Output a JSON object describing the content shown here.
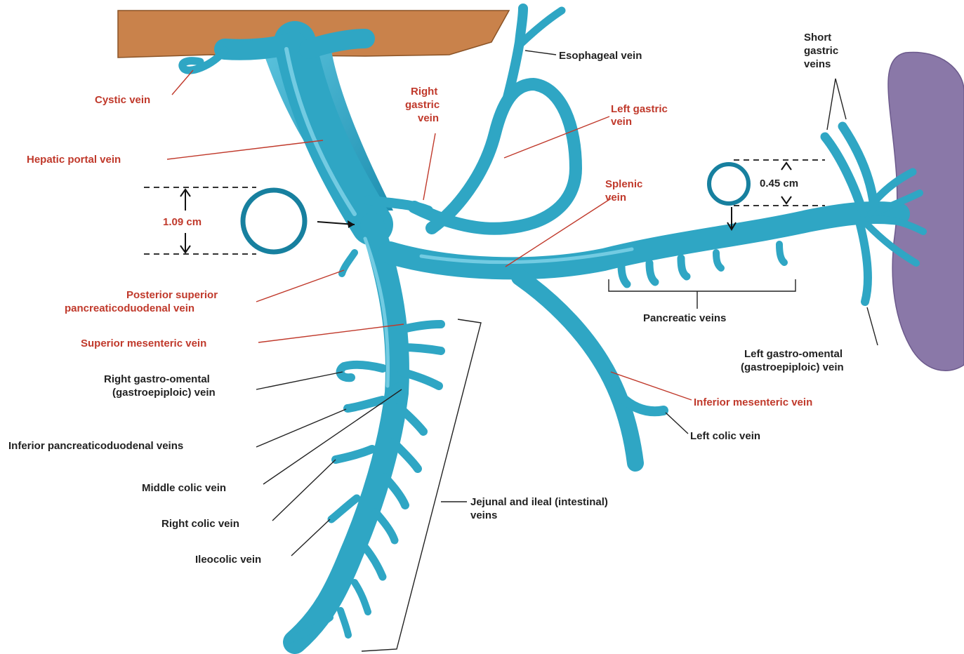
{
  "colors": {
    "vein": "#2fa6c4",
    "vein_dark": "#17809f",
    "vein_light": "#7fd3e8",
    "liver": "#c9824b",
    "spleen": "#8a78a8",
    "red_label": "#c0392b",
    "black_label": "#222222"
  },
  "labels": {
    "cystic": "Cystic vein",
    "hepatic_portal": "Hepatic portal vein",
    "measure_left": "1.09 cm",
    "posterior_1": "Posterior superior",
    "posterior_2": "pancreaticoduodenal vein",
    "superior_mesenteric": "Superior mesenteric vein",
    "right_go_1": "Right gastro-omental",
    "right_go_2": "(gastroepiploic) vein",
    "inferior_pd": "Inferior pancreaticoduodenal veins",
    "middle_colic": "Middle colic vein",
    "right_colic": "Right colic vein",
    "ileocolic": "Ileocolic vein",
    "right_gastric_1": "Right",
    "right_gastric_2": "gastric",
    "right_gastric_3": "vein",
    "esophageal": "Esophageal vein",
    "left_gastric_1": "Left gastric",
    "left_gastric_2": "vein",
    "short_gastric_1": "Short",
    "short_gastric_2": "gastric",
    "short_gastric_3": "veins",
    "splenic_1": "Splenic",
    "splenic_2": "vein",
    "measure_right": "0.45 cm",
    "pancreatic": "Pancreatic veins",
    "left_go_1": "Left gastro-omental",
    "left_go_2": "(gastroepiploic) vein",
    "inferior_mesenteric": "Inferior mesenteric vein",
    "left_colic": "Left colic vein",
    "jejunal_1": "Jejunal and ileal (intestinal)",
    "jejunal_2": "veins"
  }
}
